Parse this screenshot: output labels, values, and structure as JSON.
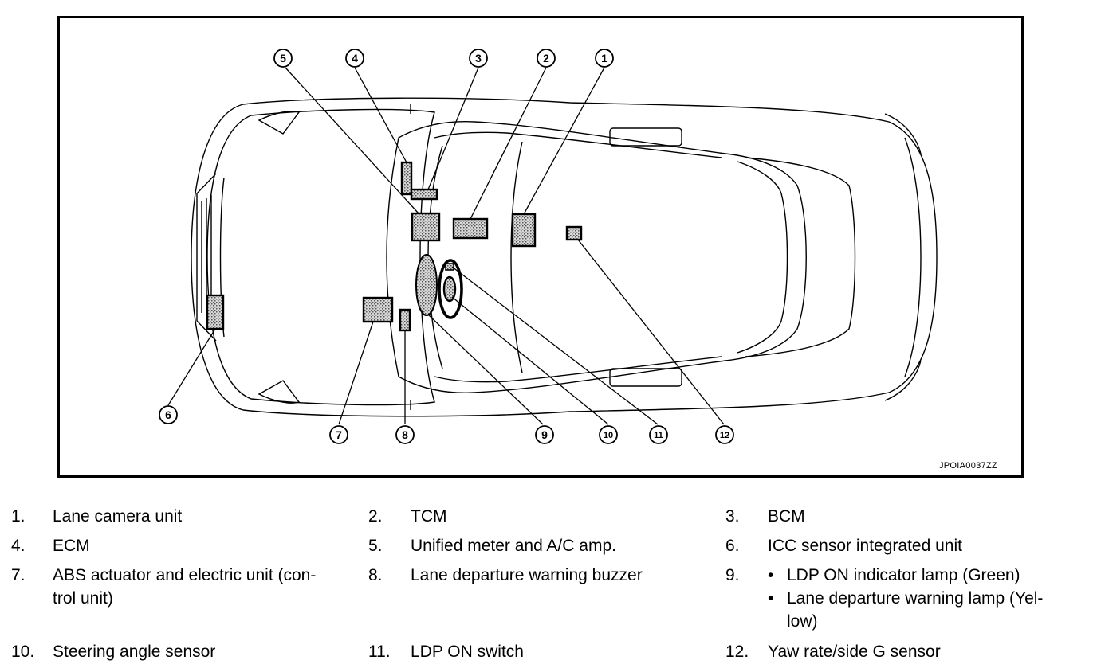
{
  "figure": {
    "id": "JPOIA0037ZZ",
    "callouts": [
      "1",
      "2",
      "3",
      "4",
      "5",
      "6",
      "7",
      "8",
      "9",
      "10",
      "11",
      "12"
    ]
  },
  "legend": {
    "items": [
      {
        "number": "1.",
        "text": "Lane camera unit"
      },
      {
        "number": "2.",
        "text": "TCM"
      },
      {
        "number": "3.",
        "text": "BCM"
      },
      {
        "number": "4.",
        "text": "ECM"
      },
      {
        "number": "5.",
        "text": "Unified meter and A/C amp."
      },
      {
        "number": "6.",
        "text": "ICC sensor integrated unit"
      },
      {
        "number": "7.",
        "line1": "ABS actuator and electric unit (con-",
        "line2": "trol unit)"
      },
      {
        "number": "8.",
        "text": "Lane departure warning buzzer"
      },
      {
        "number": "9.",
        "bullet": "•",
        "sub1": "LDP ON indicator lamp (Green)",
        "sub2a": "Lane departure warning lamp (Yel-",
        "sub2b": "low)"
      },
      {
        "number": "10.",
        "text": "Steering angle sensor"
      },
      {
        "number": "11.",
        "text": "LDP ON switch"
      },
      {
        "number": "12.",
        "text": "Yaw rate/side G sensor"
      }
    ]
  }
}
